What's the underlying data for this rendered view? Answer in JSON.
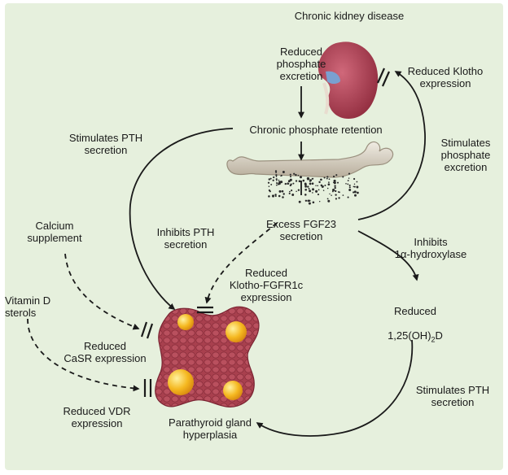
{
  "labels": {
    "ckd": "Chronic kidney disease",
    "reduced_phosphate_excretion": "Reduced\nphosphate\nexcretion",
    "reduced_klotho_expression": "Reduced Klotho\nexpression",
    "chronic_phosphate_retention": "Chronic phosphate retention",
    "stimulates_pth_secretion_top": "Stimulates PTH\nsecretion",
    "stimulates_phosphate_excretion": "Stimulates\nphosphate\nexcretion",
    "calcium_supplement": "Calcium\nsupplement",
    "inhibits_pth_secretion": "Inhibits PTH\nsecretion",
    "excess_fgf23": "Excess FGF23\nsecretion",
    "inhibits_hydroxylase": "Inhibits\n1α-hydroxylase",
    "reduced_klotho_fgfr1c": "Reduced\nKlotho-FGFR1c\nexpression",
    "vitamin_d_sterols": "Vitamin D\nsterols",
    "reduced_125ohd_prefix": "Reduced",
    "reduced_125ohd_main": "1,25(OH)",
    "reduced_125ohd_sub": "2",
    "reduced_125ohd_suffix": "D",
    "reduced_casr": "Reduced\nCaSR expression",
    "stimulates_pth_secretion_bottom": "Stimulates PTH\nsecretion",
    "reduced_vdr": "Reduced VDR\nexpression",
    "parathyroid_hyperplasia": "Parathyroid gland\nhyperplasia"
  },
  "colors": {
    "background": "#e6f0dd",
    "arrow": "#1a1a1a",
    "kidney": "#a83a4e",
    "bone": "#d9d2c4",
    "gland": "#a8404e",
    "nodule": "#f5b820"
  },
  "icons": [
    "kidney-icon",
    "bone-icon",
    "parathyroid-gland-icon"
  ]
}
